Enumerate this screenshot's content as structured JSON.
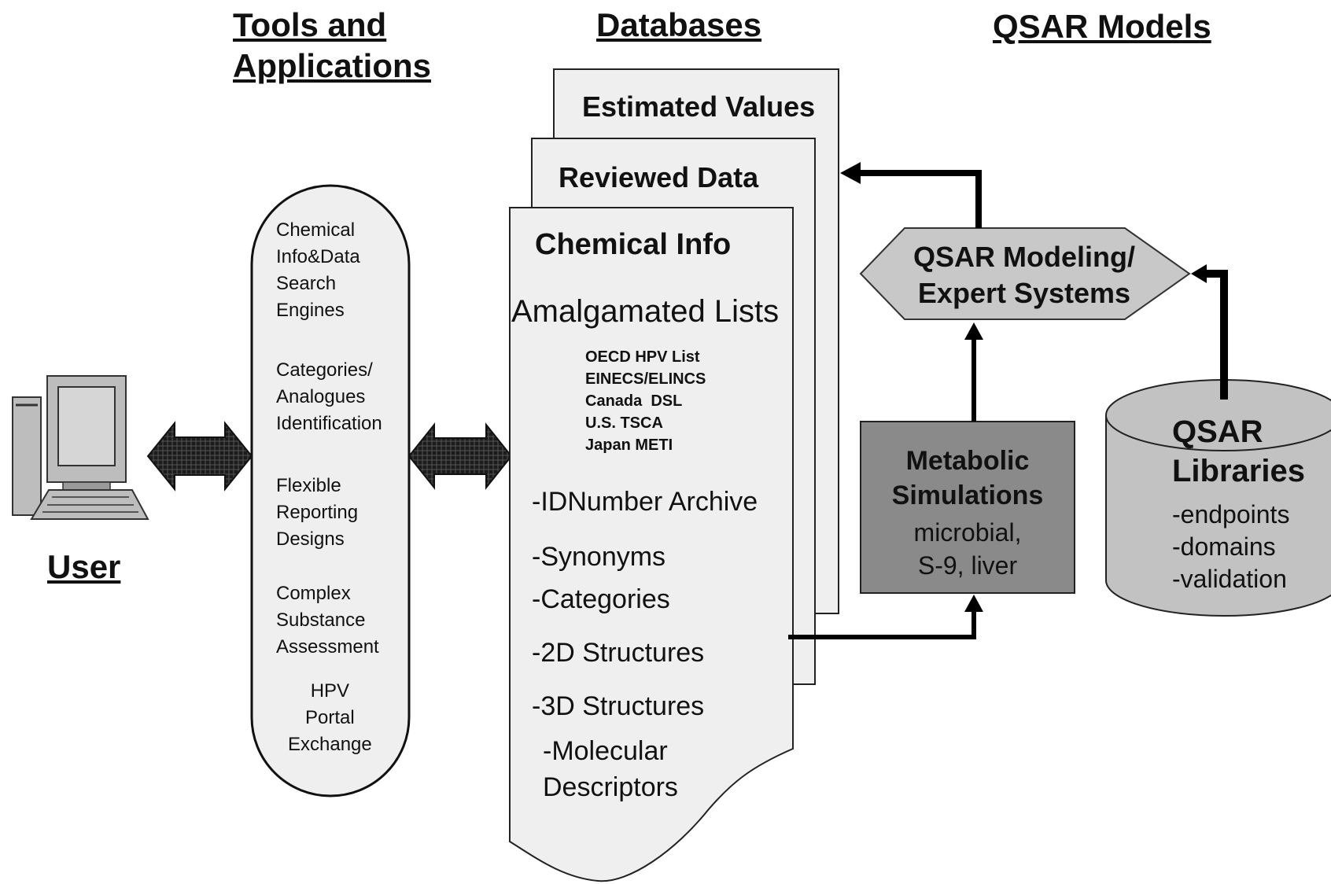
{
  "headers": {
    "tools": "Tools and\nApplications",
    "databases": "Databases",
    "qsar_models": "QSAR Models"
  },
  "user": {
    "label": "User"
  },
  "tools_capsule": {
    "items": [
      "Chemical\nInfo&Data\nSearch\nEngines",
      "Categories/\nAnalogues\nIdentification",
      "Flexible\nReporting\nDesigns",
      "Complex\nSubstance\nAssessment",
      "HPV\nPortal\nExchange"
    ]
  },
  "databases": {
    "sheet_back": "Estimated Values",
    "sheet_middle": "Reviewed Data",
    "sheet_front": {
      "title": "Chemical Info",
      "subtitle": "Amalgamated Lists",
      "lists": "OECD HPV List\nEINECS/ELINCS\nCanada  DSL\nU.S. TSCA\nJapan METI",
      "items": [
        "-IDNumber Archive",
        "-Synonyms",
        "-Categories",
        "-2D Structures",
        "-3D Structures",
        "-Molecular\nDescriptors"
      ]
    }
  },
  "qsar_modeling": {
    "label": "QSAR Modeling/\nExpert Systems"
  },
  "metabolic": {
    "title": "Metabolic\nSimulations",
    "detail": "microbial,\nS-9, liver"
  },
  "qsar_libraries": {
    "title": "QSAR\nLibraries",
    "items": "-endpoints\n-domains\n-validation"
  },
  "colors": {
    "sheet_fill": "#efefef",
    "capsule_fill": "#efefef",
    "hexagon_fill": "#c8c8c8",
    "metabolic_fill": "#8a8a8a",
    "cylinder_fill": "#c2c2c2",
    "arrow_fill": "#222222"
  }
}
